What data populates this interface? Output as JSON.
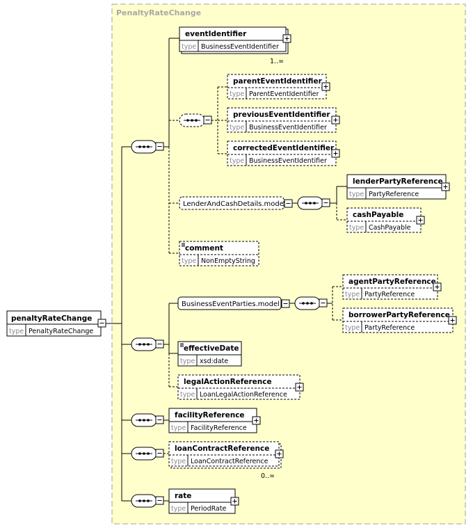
{
  "complex_type": {
    "title": "PenaltyRateChange"
  },
  "root": {
    "name": "penaltyRateChange",
    "type_key": "type",
    "type_value": "PenaltyRateChange"
  },
  "elements": {
    "eventIdentifier": {
      "name": "eventIdentifier",
      "type_key": "type",
      "type_value": "BusinessEventIdentifier",
      "cardinality": "1..∞"
    },
    "parentEventIdentifier": {
      "name": "parentEventIdentifier",
      "type_key": "type",
      "type_value": "ParentEventIdentifier"
    },
    "previousEventIdentifier": {
      "name": "previousEventIdentifier",
      "type_key": "type",
      "type_value": "BusinessEventIdentifier"
    },
    "correctedEventIdentifier": {
      "name": "correctedEventIdentifier",
      "type_key": "type",
      "type_value": "BusinessEventIdentifier"
    },
    "lenderPartyReference": {
      "name": "lenderPartyReference",
      "type_key": "type",
      "type_value": "PartyReference"
    },
    "cashPayable": {
      "name": "cashPayable",
      "type_key": "type",
      "type_value": "CashPayable"
    },
    "comment": {
      "name": "comment",
      "type_key": "type",
      "type_value": "NonEmptyString"
    },
    "agentPartyReference": {
      "name": "agentPartyReference",
      "type_key": "type",
      "type_value": "PartyReference"
    },
    "borrowerPartyReference": {
      "name": "borrowerPartyReference",
      "type_key": "type",
      "type_value": "PartyReference"
    },
    "effectiveDate": {
      "name": "effectiveDate",
      "type_key": "type",
      "type_value": "xsd:date"
    },
    "legalActionReference": {
      "name": "legalActionReference",
      "type_key": "type",
      "type_value": "LoanLegalActionReference"
    },
    "facilityReference": {
      "name": "facilityReference",
      "type_key": "type",
      "type_value": "FacilityReference"
    },
    "loanContractReference": {
      "name": "loanContractReference",
      "type_key": "type",
      "type_value": "LoanContractReference",
      "cardinality": "0..∞"
    },
    "rate": {
      "name": "rate",
      "type_key": "type",
      "type_value": "PeriodRate"
    }
  },
  "groups": {
    "lenderAndCashDetails": {
      "name": "LenderAndCashDetails.model"
    },
    "businessEventParties": {
      "name": "BusinessEventParties.model"
    }
  },
  "colors": {
    "canvas": "#ffffcc",
    "canvas_border": "#a0a0a0",
    "box_fill": "#ffffff",
    "stroke": "#000000"
  },
  "icons": {
    "expand": "plus-box-icon",
    "collapse": "minus-box-icon",
    "sequence": "sequence-compositor-icon",
    "text_content": "text-lines-icon"
  }
}
